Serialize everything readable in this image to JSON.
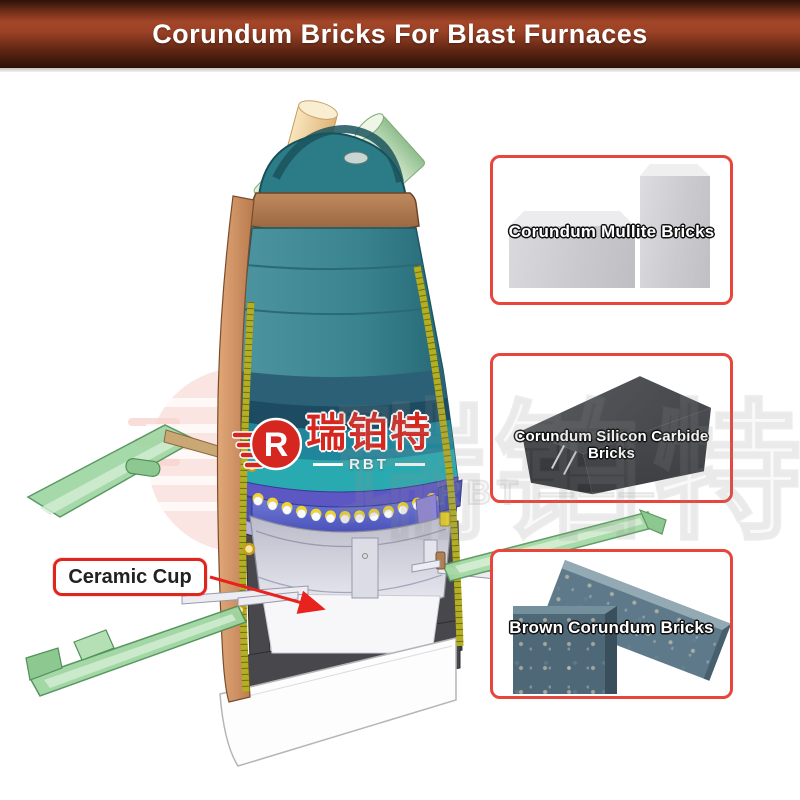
{
  "banner": {
    "title": "Corundum Bricks For Blast Furnaces",
    "bg_dark": "#2d1208",
    "bg_mid": "#a34628",
    "text_color": "#ffffff"
  },
  "callout": {
    "label": "Ceramic Cup",
    "border_color": "#e0251f"
  },
  "logo": {
    "chars": "瑞铂特",
    "abbr": "RBT",
    "color": "#d5271f"
  },
  "watermark": {
    "chars": "瑞铂特",
    "abbr_line": "RBT ———"
  },
  "products": [
    {
      "label": "Corundum Mullite Bricks"
    },
    {
      "label": "Corundum Silicon Carbide Bricks"
    },
    {
      "label": "Brown Corundum Bricks"
    }
  ],
  "accent_border": "#e8453c",
  "diagram": {
    "subject": "blast-furnace-cutaway"
  }
}
